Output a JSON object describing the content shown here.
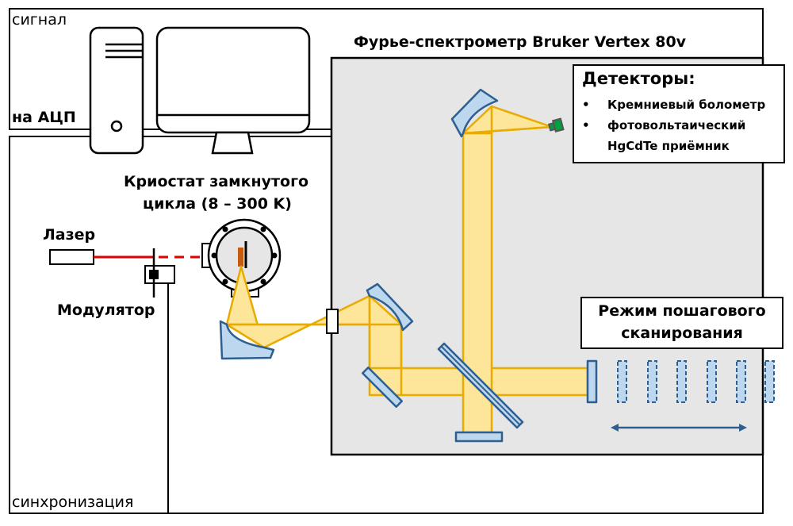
{
  "labels": {
    "signal": "сигнал",
    "adc": "на АЦП",
    "sync": "синхронизация",
    "laser": "Лазер",
    "modulator": "Модулятор",
    "cryostat_line1": "Криостат замкнутого",
    "cryostat_line2": "цикла (8 – 300 K)",
    "spectrometer_title": "Фурье-спектрометр Bruker Vertex 80v"
  },
  "detectors": {
    "title": "Детекторы:",
    "items": [
      "Кремниевый болометр",
      "фотовольтаический HgCdTe приёмник"
    ],
    "item2_line1": "фотовольтаический",
    "item2_line2": "HgCdTe приёмник",
    "bullet": "•"
  },
  "scan_mode": {
    "line1": "Режим пошагового",
    "line2": "сканирования"
  },
  "colors": {
    "beam_fill": "#fde59a",
    "beam_stroke": "#e8ab00",
    "mirror_fill": "#bdd7ee",
    "mirror_stroke": "#2e5f8f",
    "laser_beam": "#e00000",
    "sample": "#c55a11",
    "detector": "#00a040",
    "spectrometer_bg": "#e6e6e6"
  }
}
